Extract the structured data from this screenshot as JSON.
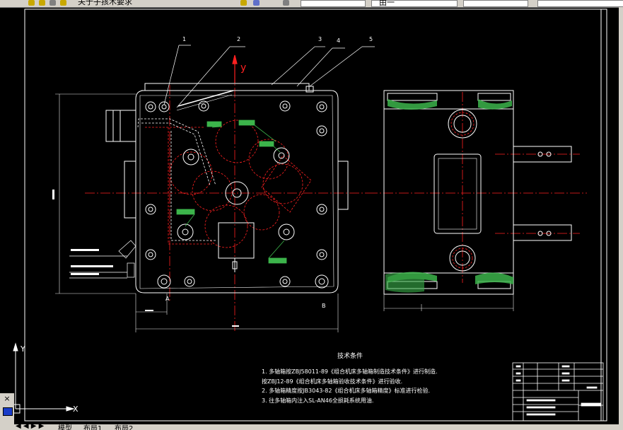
{
  "toolbar": {
    "layer_text": "关于子孩木要求",
    "box_text": "由一"
  },
  "tabs": {
    "model": "模型",
    "layout1": "布局1",
    "layout2": "布局2"
  },
  "ucs": {
    "x_label": "X",
    "y_label": "Y"
  },
  "drawing": {
    "axis_y_label": "y",
    "balloons": [
      "1",
      "2",
      "3",
      "4",
      "5"
    ],
    "tech_title": "技术条件",
    "tech_notes": [
      "1. 多轴箱按ZBJ58011-89《组合机床多轴箱制造技术条件》进行制造.",
      "   按ZBJ12-89《组合机床多轴箱验收技术条件》进行验收.",
      "2. 多轴箱精度按JB3043-82《组合机床多轴箱精度》标准进行检验.",
      "3. 往多轴箱内注入SL-AN46全损耗系统用油."
    ],
    "section_label_a": "A",
    "section_label_b": "B"
  },
  "colors": {
    "background": "#000000",
    "line": "#ffffff",
    "centerline": "#ff2020",
    "hatch": "#3cb44b",
    "dimension": "#e8e8e8"
  }
}
